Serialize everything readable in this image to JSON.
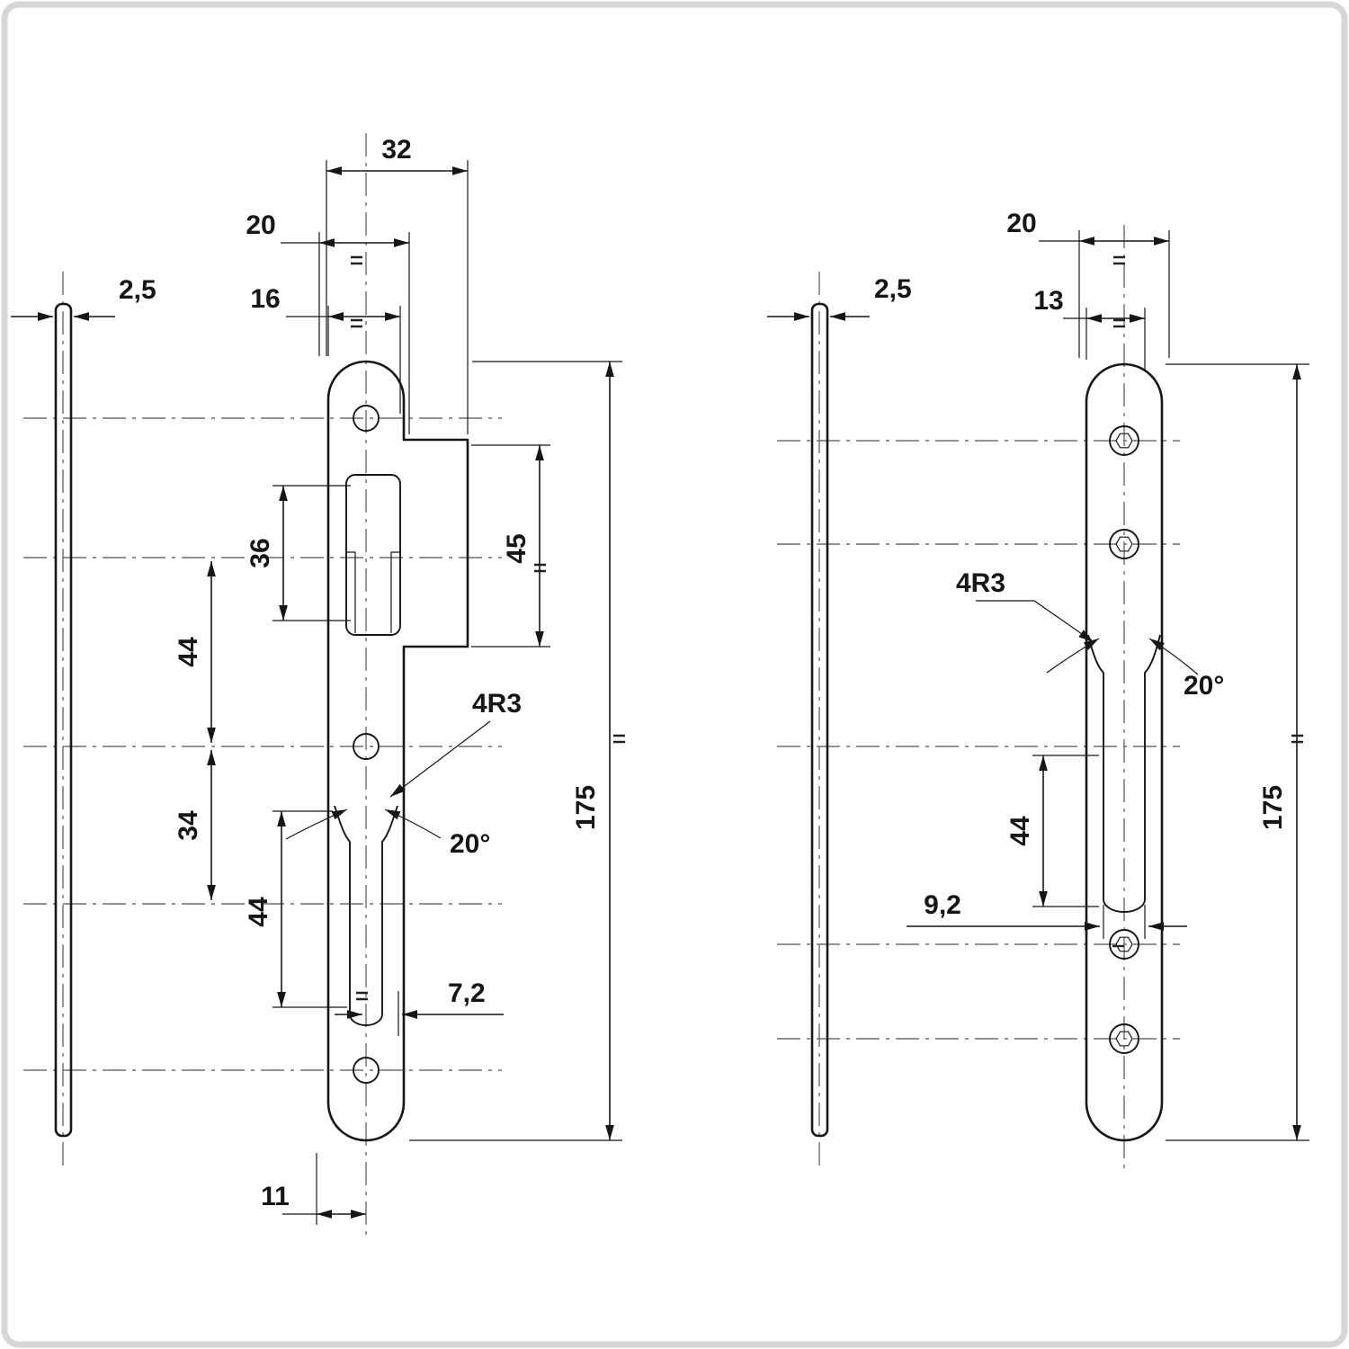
{
  "colors": {
    "ink": "#161616",
    "centerline": "#6e6e6e",
    "frame": "#d6d6d6",
    "paper": "#ffffff"
  },
  "left_part": {
    "thickness": "2,5",
    "overall_width": "32",
    "width_20": "20",
    "width_16": "16",
    "slot_height_36": "36",
    "spacing_44_upper": "44",
    "spacing_34": "34",
    "spacing_44_lower": "44",
    "flange_height_45": "45",
    "overall_height": "175",
    "corner_radius": "4R3",
    "flare_angle": "20°",
    "slot_width_7_2": "7,2",
    "bottom_offset_11": "11"
  },
  "right_part": {
    "thickness": "2,5",
    "overall_width_20": "20",
    "width_13": "13",
    "corner_radius": "4R3",
    "flare_angle": "20°",
    "spacing_44": "44",
    "slot_width_9_2": "9,2",
    "overall_height": "175"
  }
}
